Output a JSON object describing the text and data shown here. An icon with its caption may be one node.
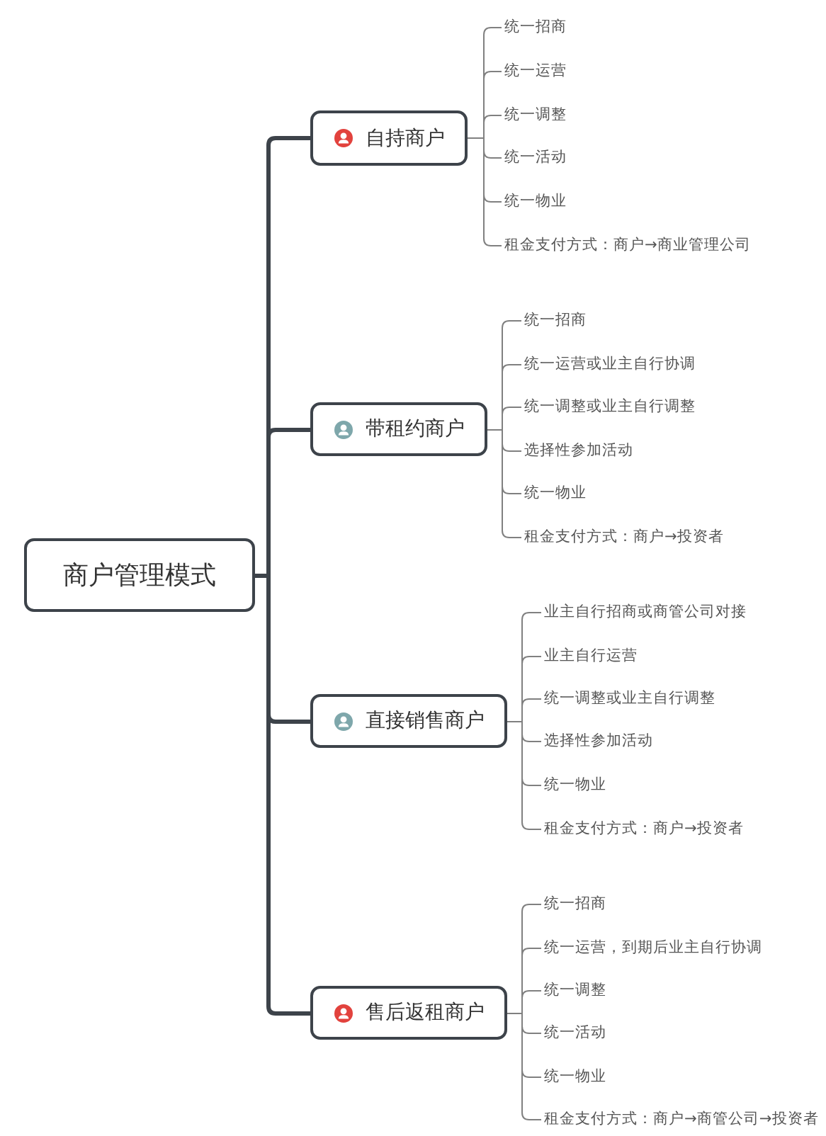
{
  "diagram": {
    "nodes": [
      {
        "text": [
          "商户管理模式"
        ]
      },
      {
        "text": [
          "自持商户"
        ]
      },
      {
        "text": [
          "统一招商"
        ]
      },
      {
        "text": [
          "统一运营"
        ]
      },
      {
        "text": [
          "统一调整"
        ]
      },
      {
        "text": [
          "统一活动"
        ]
      },
      {
        "text": [
          "统一物业"
        ]
      },
      {
        "text": [
          "租金支付方式：商户→商业管理公司"
        ]
      },
      {
        "text": [
          "带租约商户"
        ]
      },
      {
        "text": [
          "统一招商"
        ]
      },
      {
        "text": [
          "统一运营或业主自行协调"
        ]
      },
      {
        "text": [
          "统一调整或业主自行调整"
        ]
      },
      {
        "text": [
          "选择性参加活动"
        ]
      },
      {
        "text": [
          "统一物业"
        ]
      },
      {
        "text": [
          "租金支付方式：商户→投资者"
        ]
      },
      {
        "text": [
          "直接销售商户"
        ]
      },
      {
        "text": [
          "业主自行招商或商管公司对接"
        ]
      },
      {
        "text": [
          "业主自行运营"
        ]
      },
      {
        "text": [
          "统一调整或业主自行调整"
        ]
      },
      {
        "text": [
          "选择性参加活动"
        ]
      },
      {
        "text": [
          "统一物业"
        ]
      },
      {
        "text": [
          "租金支付方式：商户→投资者"
        ]
      },
      {
        "text": [
          "售后返租商户"
        ]
      },
      {
        "text": [
          "统一招商"
        ]
      },
      {
        "text": [
          "统一运营，到期后业主自行协调"
        ]
      },
      {
        "text": [
          "统一调整"
        ]
      },
      {
        "text": [
          "统一活动"
        ]
      },
      {
        "text": [
          "统一物业"
        ]
      },
      {
        "text": [
          "租金支付方式：商户→商管公司→投资者"
        ]
      }
    ],
    "edges": [
      {
        "from": 0,
        "to": 1,
        "arrow": "none",
        "style": "thick",
        "color": "#3d434a"
      },
      {
        "from": 0,
        "to": 8,
        "arrow": "none",
        "style": "thick",
        "color": "#3d434a"
      },
      {
        "from": 0,
        "to": 15,
        "arrow": "none",
        "style": "thick",
        "color": "#3d434a"
      },
      {
        "from": 0,
        "to": 22,
        "arrow": "none",
        "style": "thick",
        "color": "#3d434a"
      },
      {
        "from": 1,
        "to": 2,
        "arrow": "none"
      },
      {
        "from": 1,
        "to": 3,
        "arrow": "none"
      },
      {
        "from": 1,
        "to": 4,
        "arrow": "none"
      },
      {
        "from": 1,
        "to": 5,
        "arrow": "none"
      },
      {
        "from": 1,
        "to": 6,
        "arrow": "none"
      },
      {
        "from": 1,
        "to": 7,
        "arrow": "none"
      },
      {
        "from": 8,
        "to": 9,
        "arrow": "none"
      },
      {
        "from": 8,
        "to": 10,
        "arrow": "none"
      },
      {
        "from": 8,
        "to": 11,
        "arrow": "none"
      },
      {
        "from": 8,
        "to": 12,
        "arrow": "none"
      },
      {
        "from": 8,
        "to": 13,
        "arrow": "none"
      },
      {
        "from": 8,
        "to": 14,
        "arrow": "none"
      },
      {
        "from": 15,
        "to": 16,
        "arrow": "none"
      },
      {
        "from": 15,
        "to": 17,
        "arrow": "none"
      },
      {
        "from": 15,
        "to": 18,
        "arrow": "none"
      },
      {
        "from": 15,
        "to": 19,
        "arrow": "none"
      },
      {
        "from": 15,
        "to": 20,
        "arrow": "none"
      },
      {
        "from": 15,
        "to": 21,
        "arrow": "none"
      },
      {
        "from": 22,
        "to": 23,
        "arrow": "none"
      },
      {
        "from": 22,
        "to": 24,
        "arrow": "none"
      },
      {
        "from": 22,
        "to": 25,
        "arrow": "none"
      },
      {
        "from": 22,
        "to": 26,
        "arrow": "none"
      },
      {
        "from": 22,
        "to": 27,
        "arrow": "none"
      },
      {
        "from": 22,
        "to": 28,
        "arrow": "none"
      }
    ]
  }
}
